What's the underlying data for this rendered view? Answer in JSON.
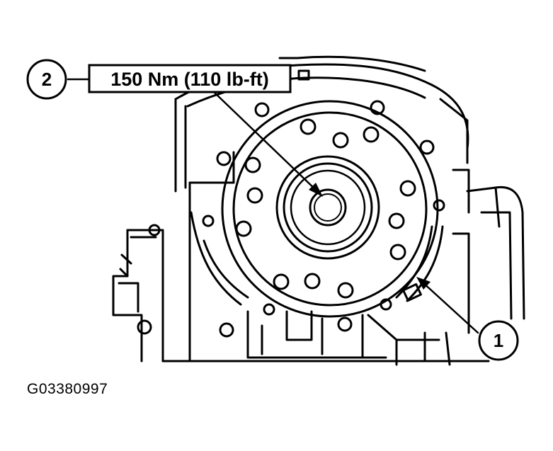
{
  "callouts": [
    {
      "number": "2",
      "text": "150 Nm (110 lb-ft)"
    },
    {
      "number": "1"
    }
  ],
  "figure_id": "G03380997"
}
